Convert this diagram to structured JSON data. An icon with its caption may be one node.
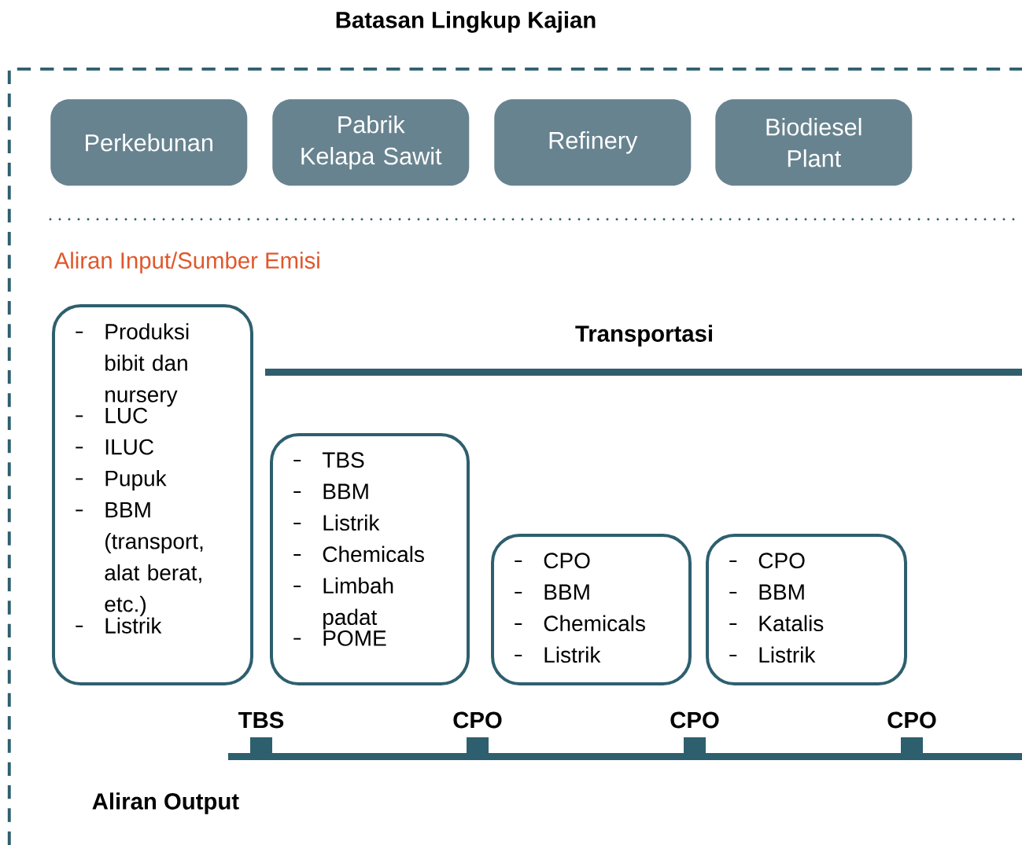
{
  "diagram": {
    "title": "Batasan Lingkup Kajian",
    "nodes": [
      {
        "text": [],
        "shape": "box"
      },
      {
        "text": [
          "Perkebunan"
        ],
        "in": 0
      },
      {
        "text": [
          "Pabrik Kelapa Sawit"
        ],
        "in": 0
      },
      {
        "text": [
          "Refinery"
        ],
        "in": 0
      },
      {
        "text": [
          "Biodiesel Plant"
        ],
        "in": 0
      },
      {
        "text": [
          "Produksi bibit dan nursery",
          "LUC",
          "ILUC",
          "Pupuk",
          "BBM (transport, alat berat, etc.)",
          "Listrik"
        ],
        "in": 0
      },
      {
        "text": [
          "TBS",
          "BBM",
          "Listrik",
          "Chemicals",
          "Limbah padat",
          "POME"
        ],
        "in": 0
      },
      {
        "text": [
          "CPO",
          "BBM",
          "Chemicals",
          "Listrik"
        ],
        "in": 0
      },
      {
        "text": [
          "CPO",
          "BBM",
          "Katalis",
          "Listrik"
        ],
        "in": 0
      }
    ],
    "labels": [
      "Aliran Input/Sumber Emisi",
      "Transportasi",
      "TBS",
      "CPO",
      "CPO",
      "CPO",
      "Aliran Output"
    ]
  }
}
